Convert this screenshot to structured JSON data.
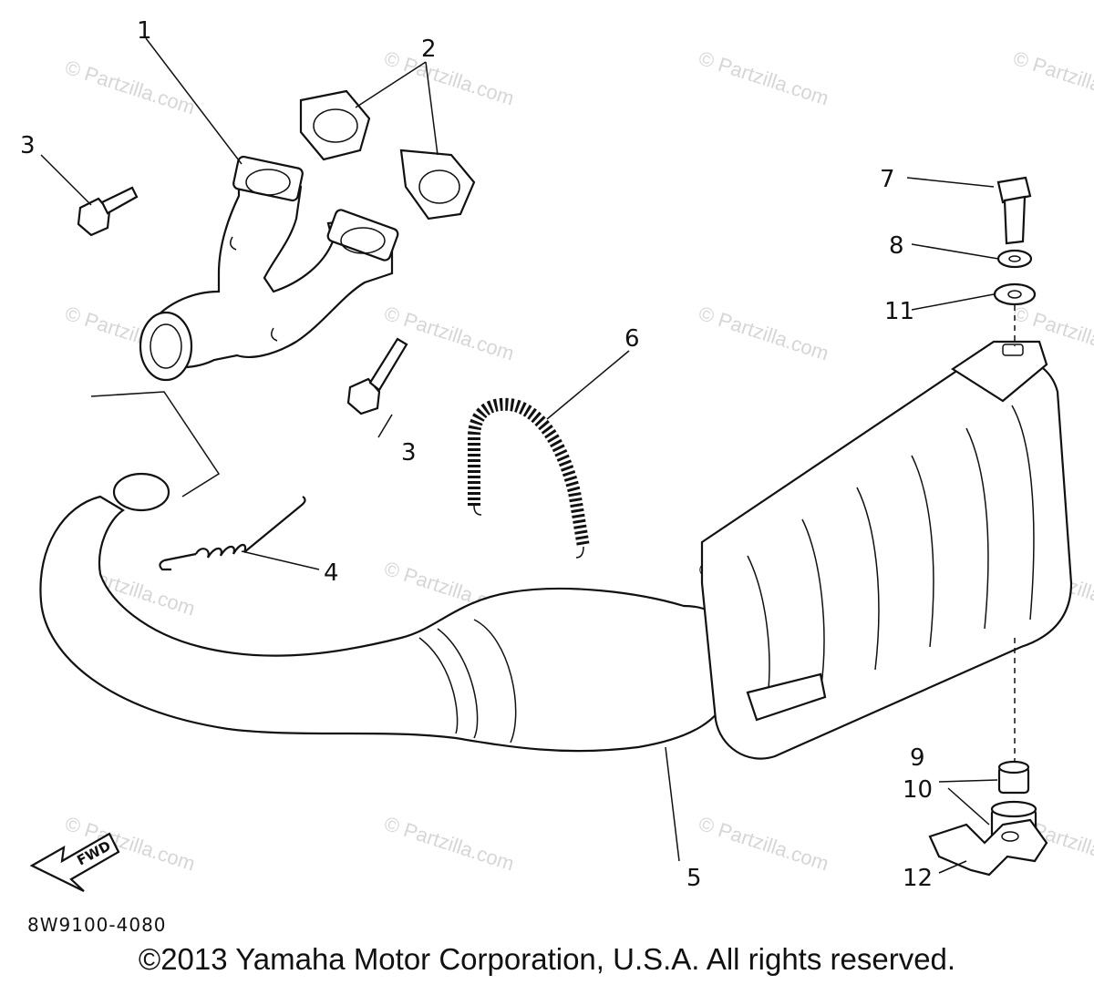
{
  "diagram": {
    "callouts": [
      "1",
      "2",
      "3",
      "3",
      "4",
      "5",
      "6",
      "7",
      "8",
      "9",
      "10",
      "11",
      "12"
    ],
    "watermark": "© Partzilla.com",
    "direction_arrow": "FWD",
    "diagram_code": "8W9100-4080",
    "copyright": "©2013 Yamaha Motor Corporation, U.S.A. All rights reserved."
  }
}
